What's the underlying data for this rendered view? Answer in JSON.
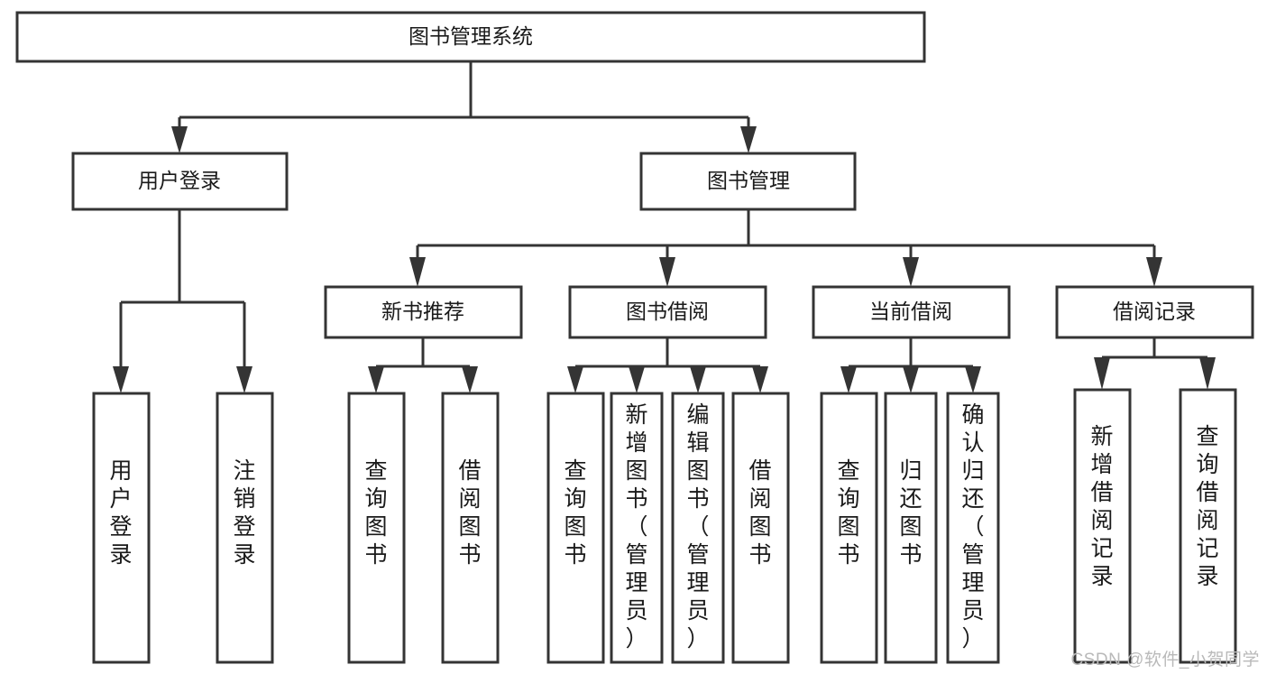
{
  "diagram": {
    "type": "hierarchy-tree",
    "title": "图书管理系统",
    "background_color": "#ffffff",
    "line_color": "#343434",
    "box_fill": "#ffffff",
    "text_color": "#1a1a1a",
    "root": {
      "label": "图书管理系统",
      "orientation": "horizontal"
    },
    "level2": [
      {
        "label": "用户登录",
        "orientation": "horizontal"
      },
      {
        "label": "图书管理",
        "orientation": "horizontal"
      }
    ],
    "level3": [
      {
        "label": "新书推荐",
        "orientation": "horizontal"
      },
      {
        "label": "图书借阅",
        "orientation": "horizontal"
      },
      {
        "label": "当前借阅",
        "orientation": "horizontal"
      },
      {
        "label": "借阅记录",
        "orientation": "horizontal"
      }
    ],
    "leaves": {
      "user_login": [
        {
          "label": "用户登录",
          "orientation": "vertical"
        },
        {
          "label": "注销登录",
          "orientation": "vertical"
        }
      ],
      "new_book_recommend": [
        {
          "label": "查询图书",
          "orientation": "vertical"
        },
        {
          "label": "借阅图书",
          "orientation": "vertical"
        }
      ],
      "book_borrow": [
        {
          "label": "查询图书",
          "orientation": "vertical"
        },
        {
          "label": "新增图书（管理员）",
          "orientation": "vertical"
        },
        {
          "label": "编辑图书（管理员）",
          "orientation": "vertical"
        },
        {
          "label": "借阅图书",
          "orientation": "vertical"
        }
      ],
      "current_borrow": [
        {
          "label": "查询图书",
          "orientation": "vertical"
        },
        {
          "label": "归还图书",
          "orientation": "vertical"
        },
        {
          "label": "确认归还（管理员）",
          "orientation": "vertical"
        }
      ],
      "borrow_record": [
        {
          "label": "新增借阅记录",
          "orientation": "vertical"
        },
        {
          "label": "查询借阅记录",
          "orientation": "vertical"
        }
      ]
    }
  },
  "watermark": {
    "text": "CSDN @软件_小贺同学"
  }
}
